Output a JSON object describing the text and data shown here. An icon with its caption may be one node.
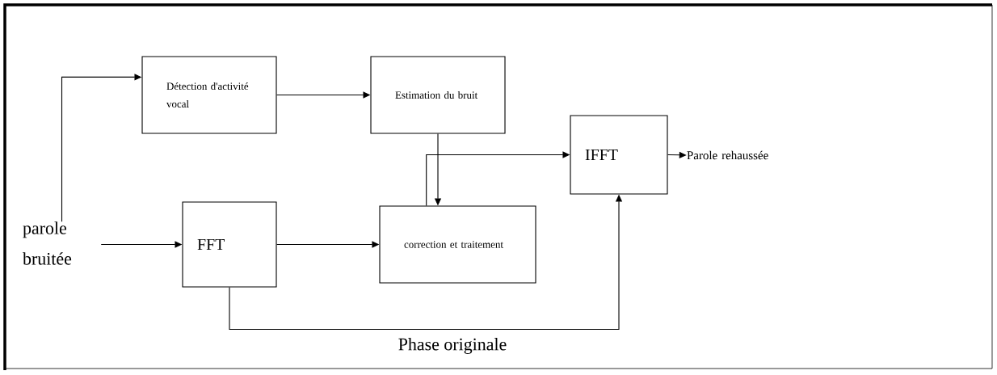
{
  "diagram": {
    "nodes": [
      {
        "text": [
          "Détection d'activité vocal"
        ]
      },
      {
        "text": [
          "Estimation du bruit"
        ]
      },
      {
        "text": [
          "IFFT"
        ]
      },
      {
        "text": [
          "FFT"
        ]
      },
      {
        "text": [
          "correction et traitement"
        ]
      },
      {
        "text": [
          "parole bruitée"
        ]
      },
      {
        "text": [
          "Parole rehaussée"
        ]
      }
    ],
    "edges": [
      {
        "from": 5,
        "to": 0,
        "arrow": "to"
      },
      {
        "from": 5,
        "to": 3,
        "arrow": "to"
      },
      {
        "from": 0,
        "to": 1,
        "arrow": "to"
      },
      {
        "from": 1,
        "to": 4,
        "arrow": "to"
      },
      {
        "from": 3,
        "to": 4,
        "arrow": "to"
      },
      {
        "from": 4,
        "to": 2,
        "arrow": "to"
      },
      {
        "from": 3,
        "to": 2,
        "arrow": "to",
        "label": "Phase originale"
      },
      {
        "from": 2,
        "to": 6,
        "arrow": "to"
      }
    ]
  }
}
